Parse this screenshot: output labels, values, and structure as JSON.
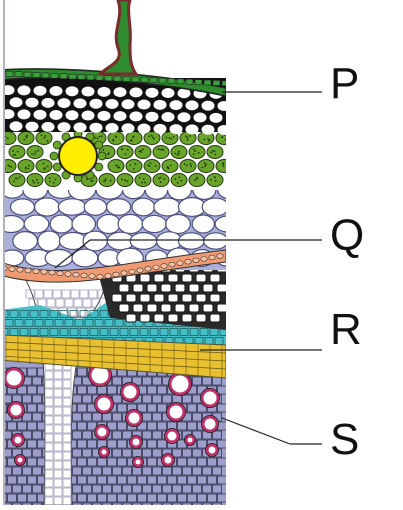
{
  "labels": {
    "p": "P",
    "q": "Q",
    "r": "R",
    "s": "S"
  },
  "colors": {
    "epidermis": "#2e8b2e",
    "hypodermis_bg": "#111111",
    "cortex_green": "#6aa52a",
    "gland": "#ffee00",
    "parenchyma": "#aab0d8",
    "endodermis": "#f09a72",
    "sclerenchyma_bg": "#2a2a2a",
    "cyan_tissue": "#45c0c8",
    "pericycle": "#e8c030",
    "xylem_ring": "#c0306a",
    "vascular": "#9c9fcc"
  }
}
